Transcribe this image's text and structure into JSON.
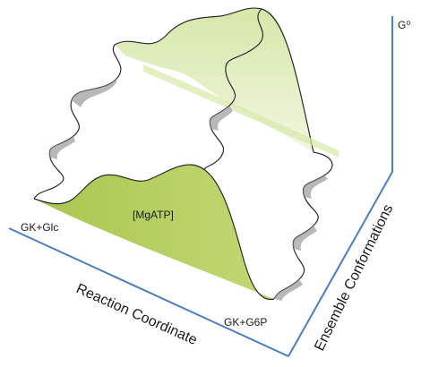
{
  "labels": {
    "energy_axis": "G⁰",
    "reaction_axis": "Reaction Coordinate",
    "conformation_axis": "Ensemble Conformations",
    "start_state": "GK+Glc",
    "end_state": "GK+G6P",
    "ligand": "[MgATP]"
  },
  "colors": {
    "front_fill": "#b5cf62",
    "back_fill": "#dcebb3",
    "axis": "#4a7ebf",
    "outline": "#2b2b2b",
    "shade": "#9a9a9a"
  }
}
